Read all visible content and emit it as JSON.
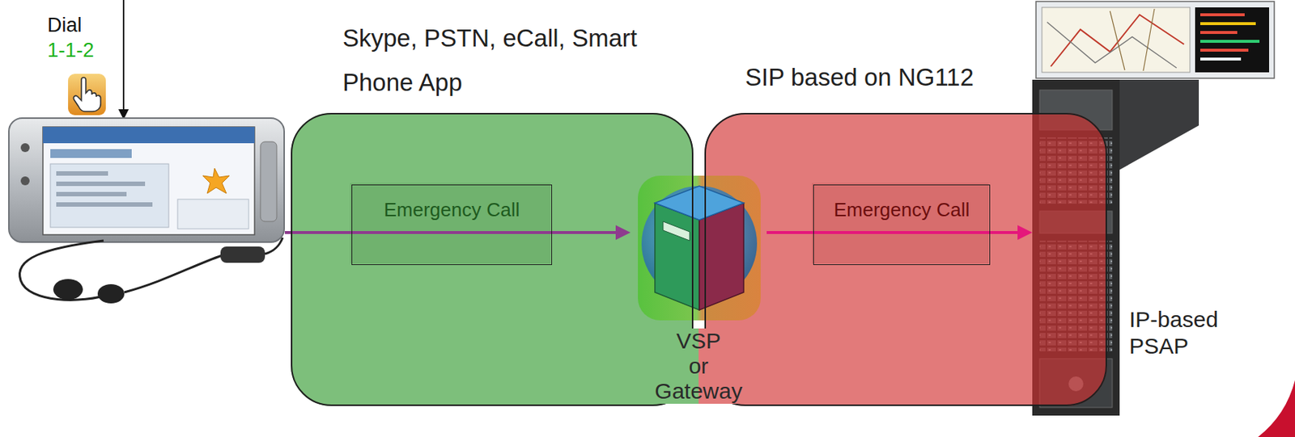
{
  "diagram": {
    "nodes": [
      {
        "text": [
          "Skype, PSTN, eCall, Smart Phone App"
        ]
      },
      {
        "text": [
          "Emergency Call"
        ],
        "in": 0
      },
      {
        "text": [
          "VSP or Gateway"
        ]
      },
      {
        "text": [
          "SIP based on NG112"
        ]
      },
      {
        "text": [
          "Emergency Call"
        ],
        "in": 3
      },
      {
        "text": [
          "IP-based PSAP"
        ]
      }
    ],
    "edges": [
      {
        "from": 2,
        "to": 5,
        "arrow": "to"
      }
    ],
    "labels": [
      "Dial",
      "1-1-2"
    ]
  }
}
